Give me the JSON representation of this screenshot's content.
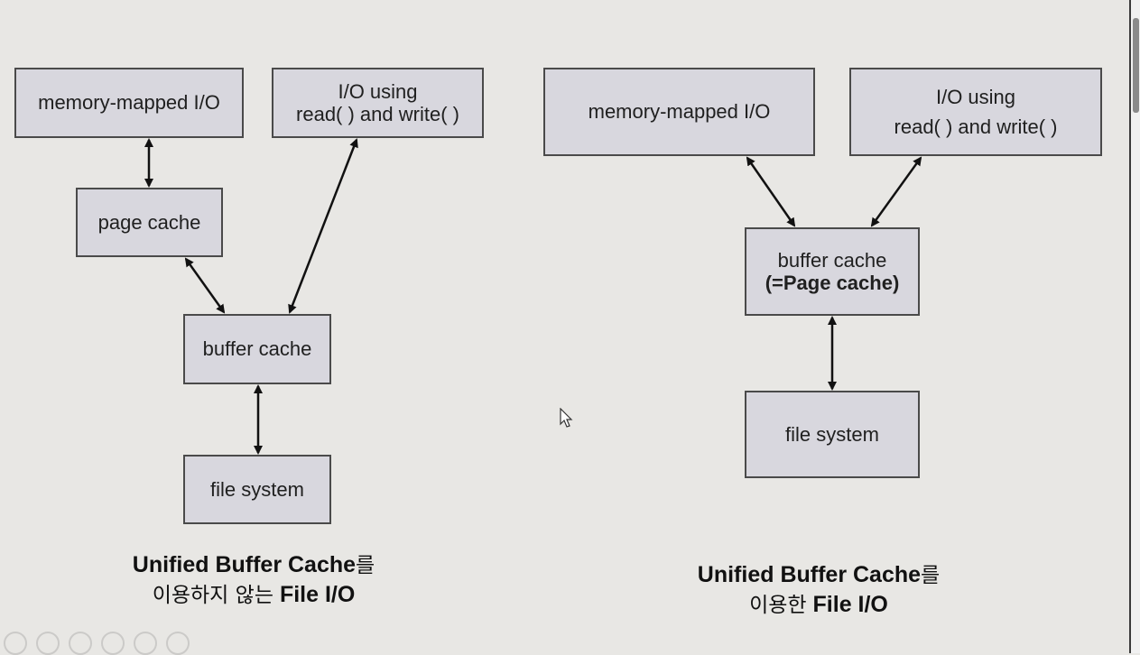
{
  "left_diagram": {
    "nodes": {
      "mmio": "memory-mapped I/O",
      "io_line1": "I/O using",
      "io_line2": "read( ) and write( )",
      "page_cache": "page cache",
      "buffer_cache": "buffer cache",
      "file_system": "file system"
    },
    "caption_line1_bold": "Unified Buffer Cache",
    "caption_line1_tail": "를",
    "caption_line2_prefix": "이용하지 않는",
    "caption_line2_bold": "File I/O"
  },
  "right_diagram": {
    "nodes": {
      "mmio": "memory-mapped I/O",
      "io_line1": "I/O using",
      "io_line2": "read( ) and write( )",
      "buffer_cache_line1": "buffer cache",
      "buffer_cache_line2": "(=Page cache)",
      "file_system": "file system"
    },
    "caption_line1_bold": "Unified Buffer Cache",
    "caption_line1_tail": "를",
    "caption_line2_prefix": "이용한",
    "caption_line2_bold": "File I/O"
  },
  "colors": {
    "background": "#e8e7e4",
    "box_fill": "#d8d7de",
    "box_border": "#4a4a4a",
    "arrow": "#111111"
  },
  "icons": [
    "mouse-cursor-icon",
    "toolbar-icons"
  ]
}
